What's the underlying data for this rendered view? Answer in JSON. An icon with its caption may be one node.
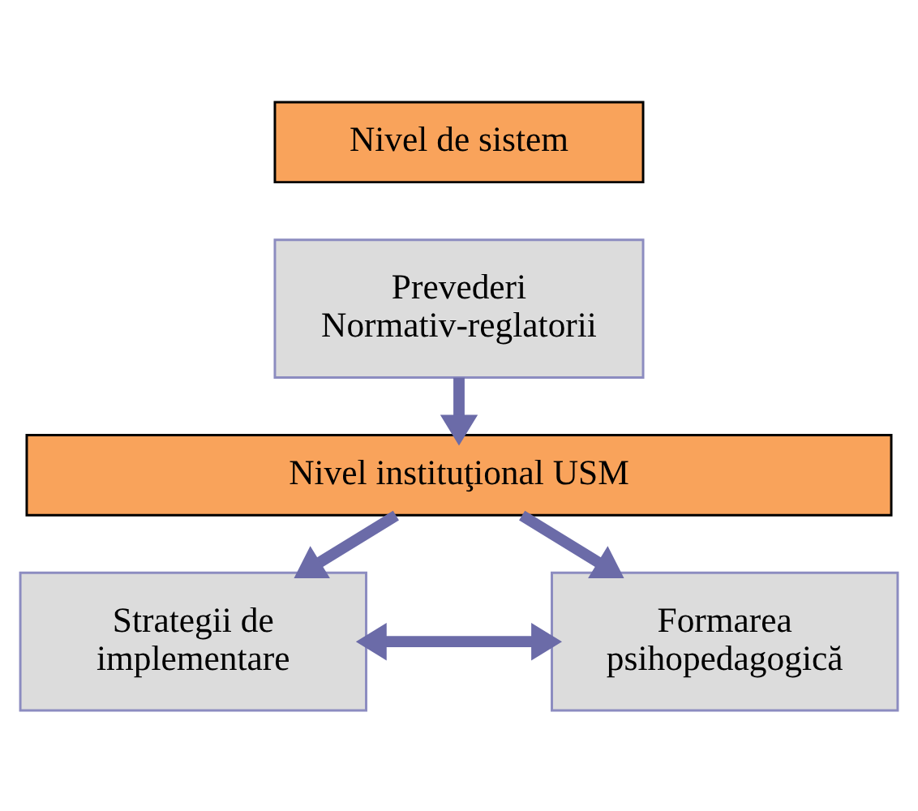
{
  "diagram": {
    "nodes": [
      {
        "text": [
          "Nivel de sistem"
        ]
      },
      {
        "text": [
          "Prevederi Normativ-reglatorii"
        ]
      },
      {
        "text": [
          "Nivel instituţional USM"
        ]
      },
      {
        "text": [
          "Strategii de implementare"
        ]
      },
      {
        "text": [
          "Formarea psihopedagogică"
        ]
      }
    ],
    "edges": [
      {
        "from": 1,
        "to": 2,
        "arrow": "to"
      },
      {
        "from": 2,
        "to": 3,
        "arrow": "to"
      },
      {
        "from": 2,
        "to": 4,
        "arrow": "to"
      },
      {
        "from": 3,
        "to": 4,
        "arrow": "both"
      }
    ]
  }
}
